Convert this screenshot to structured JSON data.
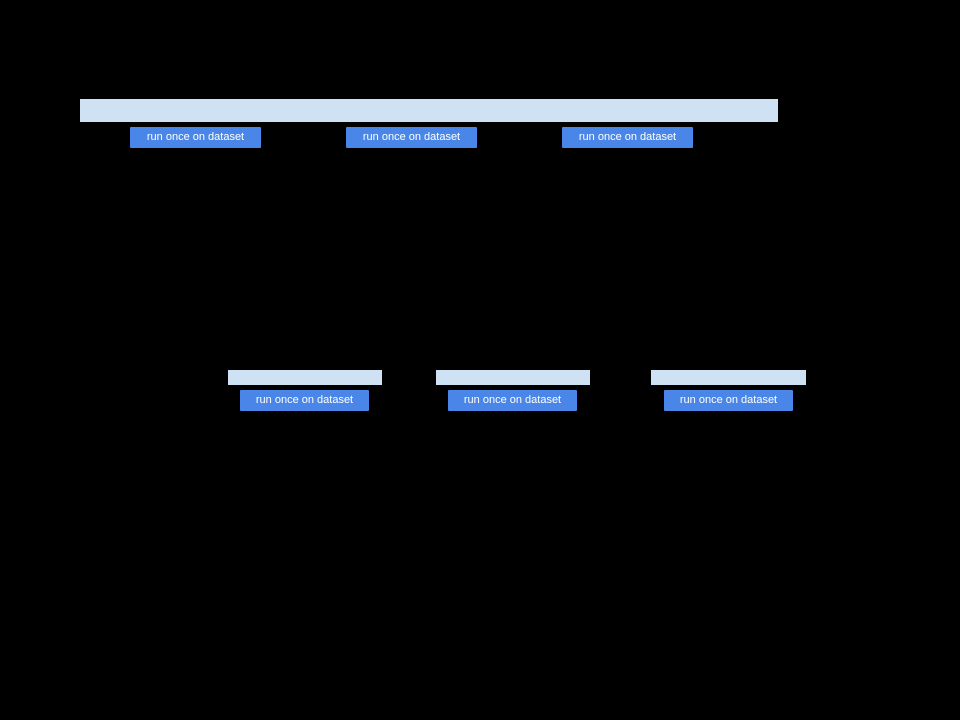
{
  "colors": {
    "background": "#000000",
    "bar_fill": "#cfe2f3",
    "button_fill": "#4a86e8",
    "button_text": "#ffffff"
  },
  "top_row": {
    "bar_label": "",
    "buttons": [
      {
        "label": "run once on dataset"
      },
      {
        "label": "run once on dataset"
      },
      {
        "label": "run once on dataset"
      }
    ]
  },
  "bottom_row": {
    "groups": [
      {
        "bar_label": "",
        "button_label": "run once on dataset"
      },
      {
        "bar_label": "",
        "button_label": "run once on dataset"
      },
      {
        "bar_label": "",
        "button_label": "run once on dataset"
      }
    ]
  }
}
